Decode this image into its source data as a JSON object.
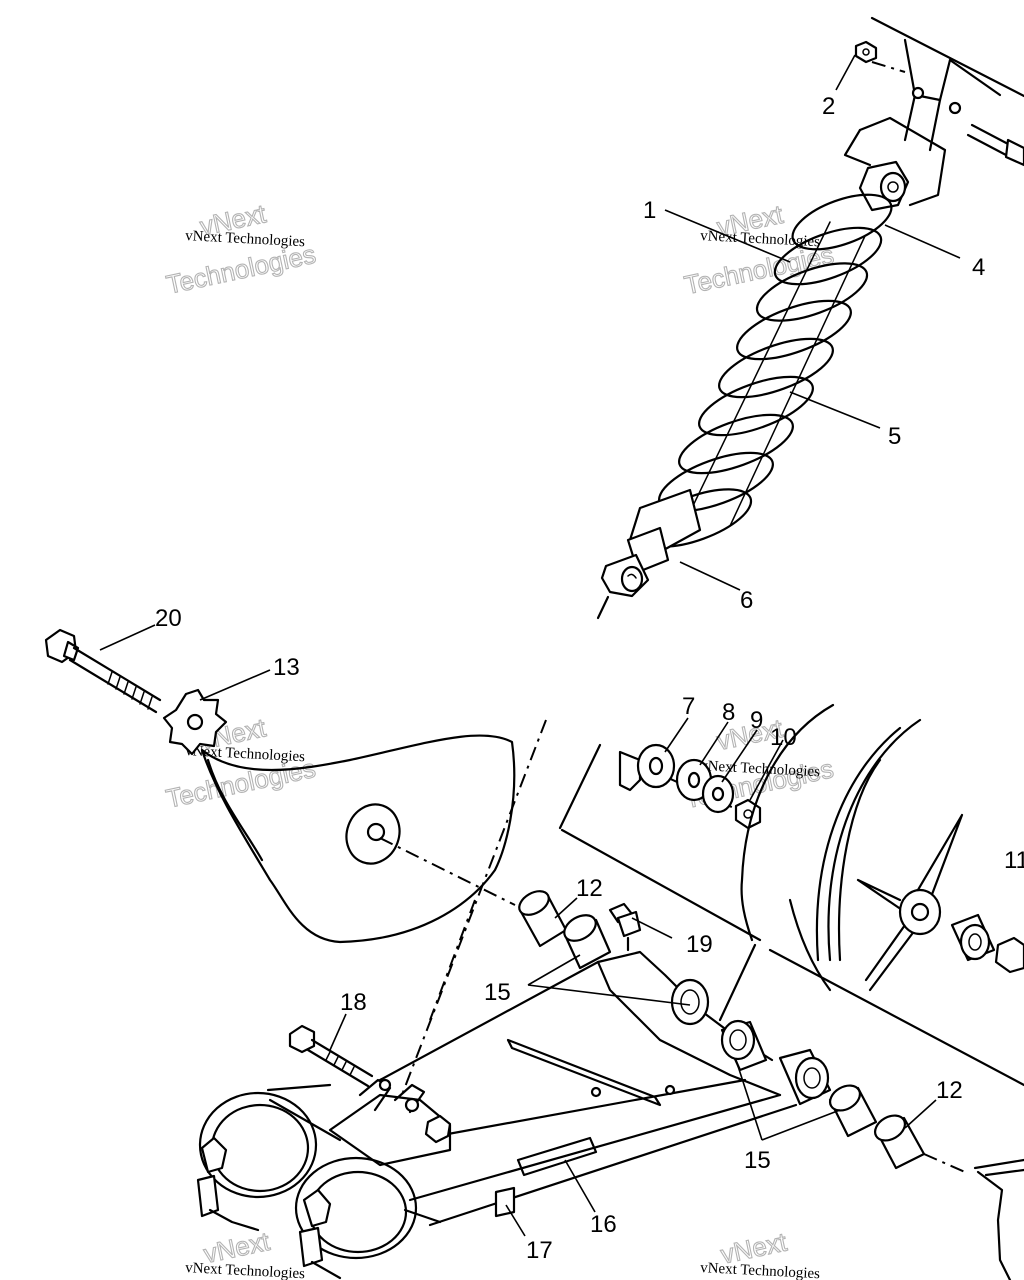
{
  "watermark": {
    "line1": "vNext Technologies",
    "line2": "vNext",
    "line3": "Technologies"
  },
  "callouts": {
    "c1": "1",
    "c2": "2",
    "c4": "4",
    "c5": "5",
    "c6": "6",
    "c7": "7",
    "c8": "8",
    "c9": "9",
    "c10": "10",
    "c11": "11",
    "c12a": "12",
    "c12b": "12",
    "c13": "13",
    "c15a": "15",
    "c15b": "15",
    "c16": "16",
    "c17": "17",
    "c18": "18",
    "c19": "19",
    "c20": "20"
  }
}
